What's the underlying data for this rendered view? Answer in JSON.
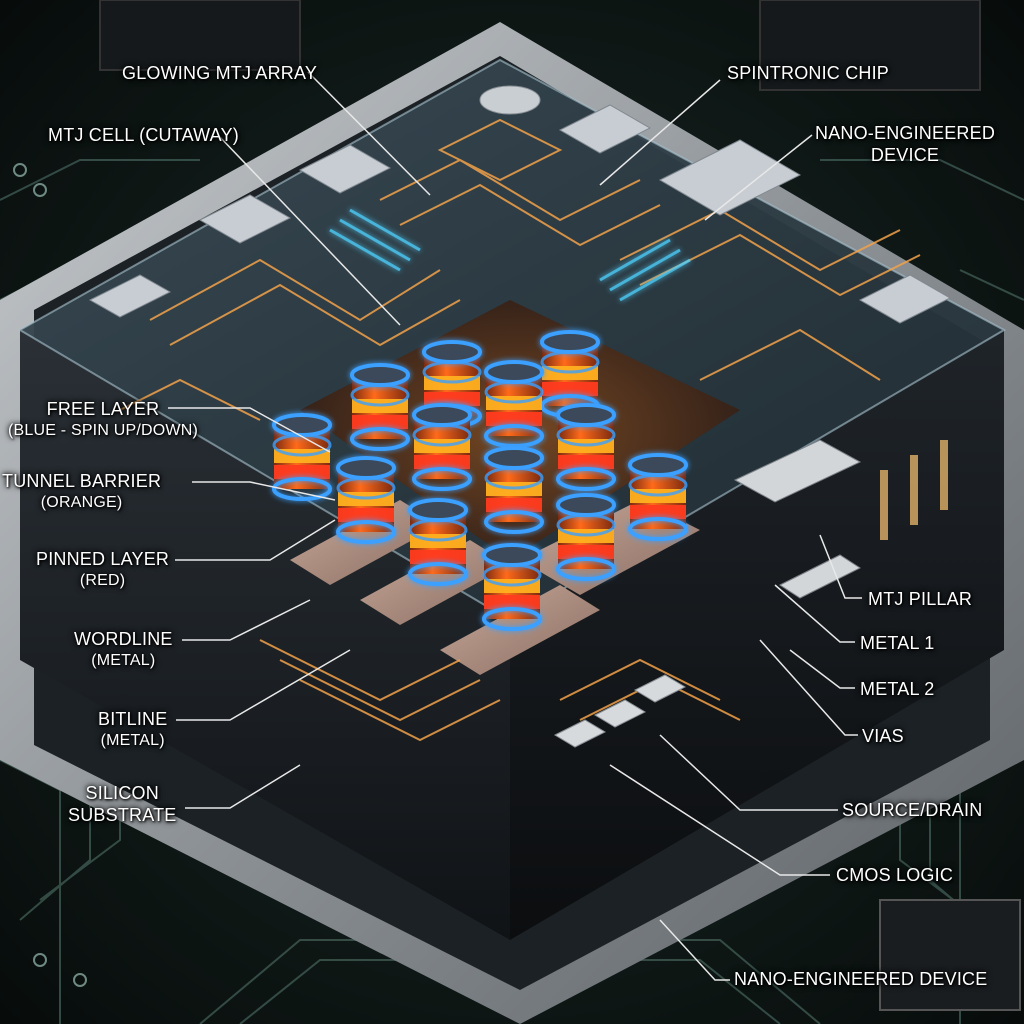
{
  "labels": {
    "glowing_mtj_array": "GLOWING MTJ ARRAY",
    "spintronic_chip": "SPINTRONIC CHIP",
    "mtj_cell": "MTJ CELL (CUTAWAY)",
    "nano_engineered_top": {
      "line1": "NANO-ENGINEERED",
      "line2": "DEVICE"
    },
    "free_layer": {
      "line1": "FREE LAYER",
      "line2": "(BLUE - SPIN UP/DOWN)"
    },
    "tunnel_barrier": {
      "line1": "TUNNEL BARRIER",
      "line2": "(ORANGE)"
    },
    "pinned_layer": {
      "line1": "PINNED LAYER",
      "line2": "(RED)"
    },
    "wordline": {
      "line1": "WORDLINE",
      "line2": "(METAL)"
    },
    "bitline": {
      "line1": "BITLINE",
      "line2": "(METAL)"
    },
    "silicon_substrate": {
      "line1": "SILICON",
      "line2": "SUBSTRATE"
    },
    "mtj_pillar": "MTJ PILLAR",
    "metal_1": "METAL 1",
    "metal_2": "METAL 2",
    "vias": "VIAS",
    "source_drain": "SOURCE/DRAIN",
    "cmos_logic": "CMOS LOGIC",
    "nano_engineered_bottom": "NANO-ENGINEERED DEVICE"
  },
  "colors": {
    "free_layer": "#3aa0ff",
    "tunnel_barrier": "#ffb020",
    "pinned_layer": "#ff3b1f",
    "pcb": "#13231f",
    "glass": "#9fc7d8",
    "trace_orange": "#f2a24a",
    "trace_cyan": "#4fd2ff"
  }
}
